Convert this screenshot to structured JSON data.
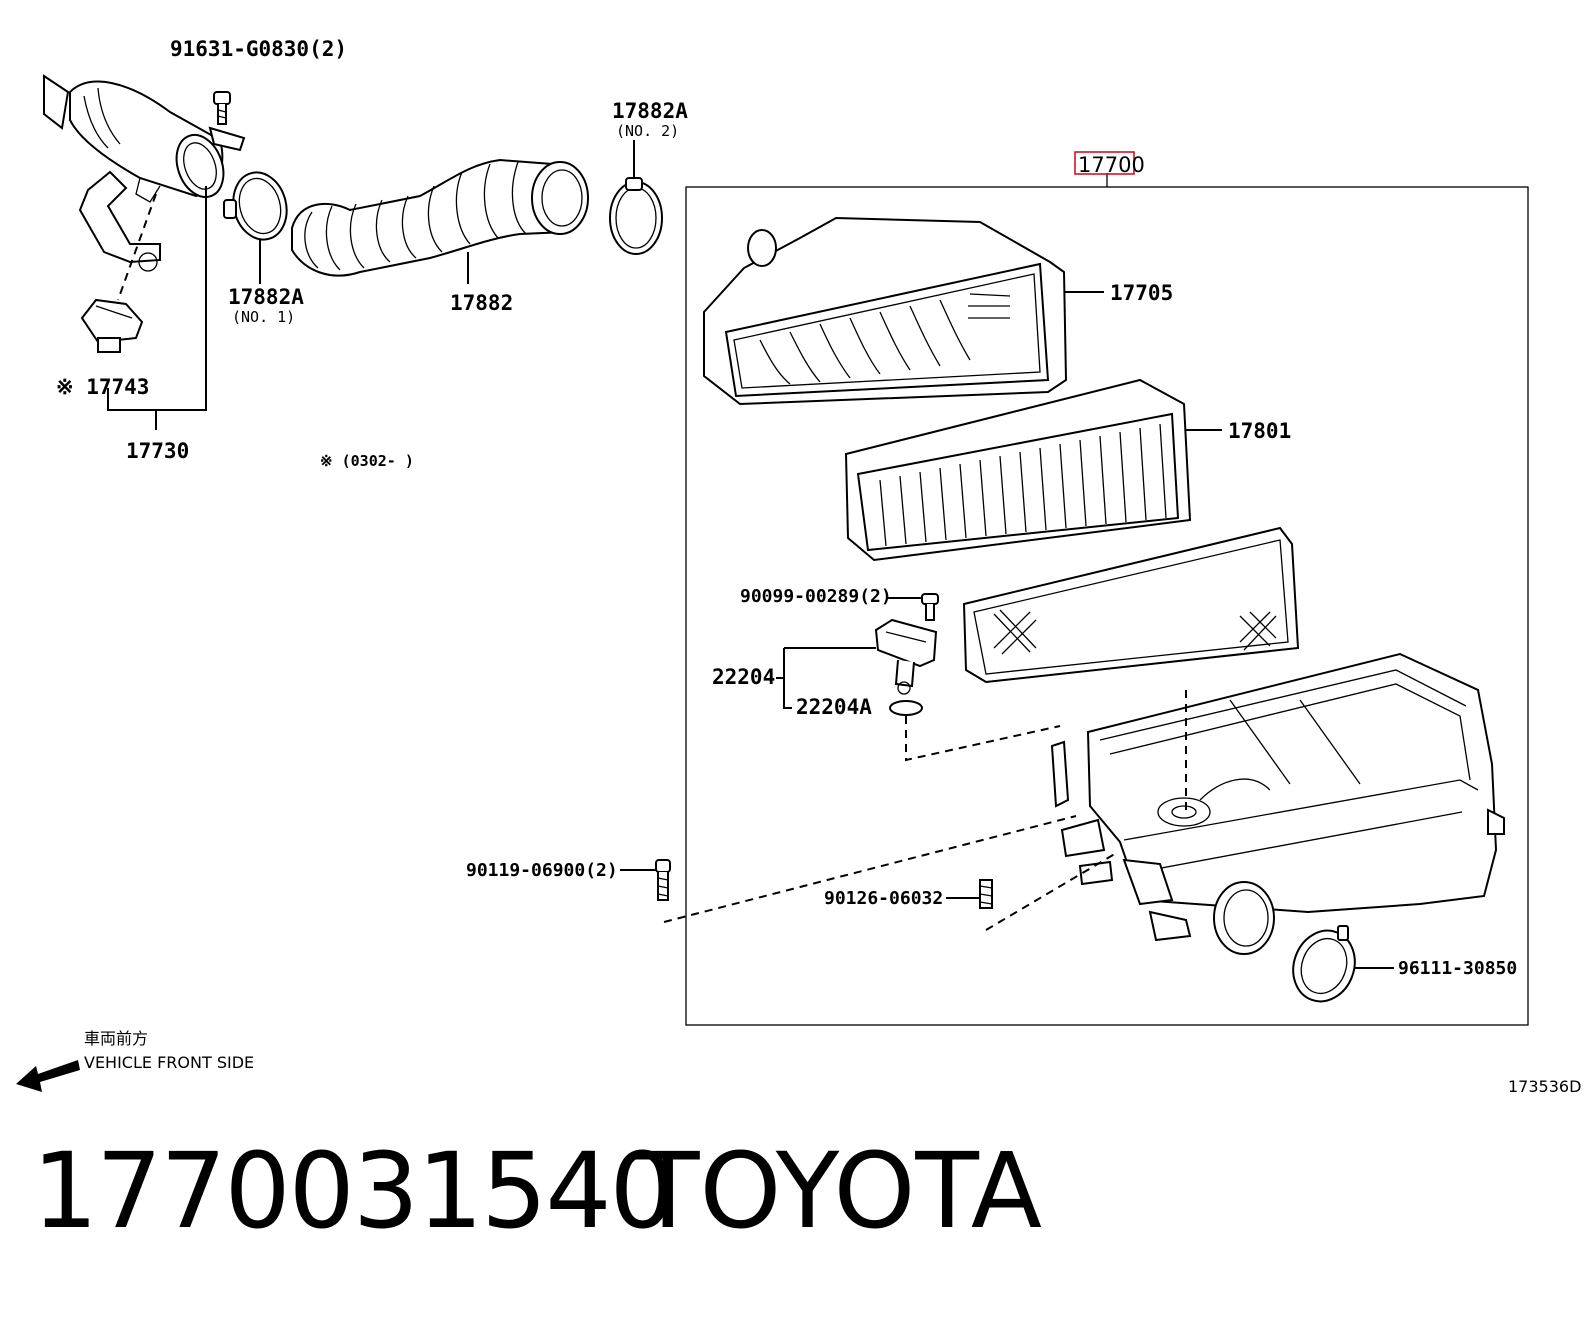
{
  "diagram": {
    "labels": {
      "p91631": "91631-G0830(2)",
      "p17882A_2": "17882A",
      "p17882A_2_note": "(NO. 2)",
      "p17700": "17700",
      "p17705": "17705",
      "p17882A_1": "17882A",
      "p17882A_1_note": "(NO. 1)",
      "p17882": "17882",
      "p17743": "※ 17743",
      "p17730": "17730",
      "note_0302": "※ (0302-      )",
      "p17801": "17801",
      "p90099": "90099-00289(2)",
      "p22204": "22204",
      "p22204A": "22204A",
      "p90119": "90119-06900(2)",
      "p90126": "90126-06032",
      "p96111": "96111-30850",
      "front_jp": "車両前方",
      "front_en": "VEHICLE FRONT SIDE",
      "drawing_no": "173536D"
    },
    "highlight_color": "#d0021b"
  },
  "caption": {
    "part_number": "1770031540",
    "brand": "TOYOTA"
  }
}
